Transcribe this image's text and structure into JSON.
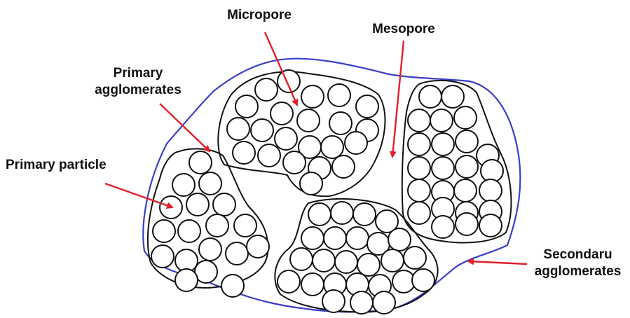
{
  "labels": {
    "micropore": "Micropore",
    "mesopore": "Mesopore",
    "primary_agglomerates": [
      "Primary",
      "agglomerates"
    ],
    "primary_particle": "Primary particle",
    "secondary_agglomerates": [
      "Secondaru",
      "agglomerates"
    ]
  },
  "colors": {
    "outer_boundary": "#3a3fc8",
    "agglomerate_outline": "#111111",
    "particle_outline": "#111111",
    "arrow": "#e0202a",
    "text": "#111111"
  }
}
